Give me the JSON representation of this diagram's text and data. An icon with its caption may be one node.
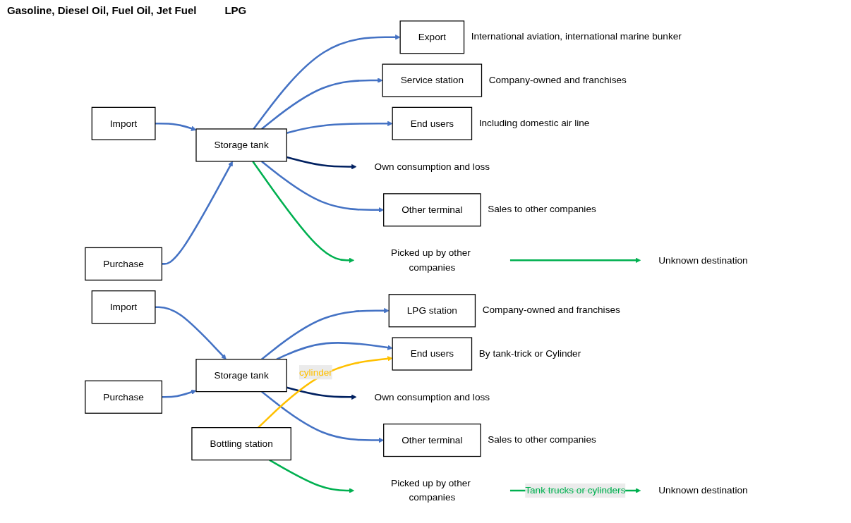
{
  "diagram": {
    "nodes": [
      {
        "text": [
          "Export"
        ],
        "beside": [
          "International aviation, international marine bunker"
        ]
      },
      {
        "text": [
          "Import"
        ]
      },
      {
        "text": [
          "Storage tank"
        ]
      },
      {
        "text": [
          "Service station"
        ],
        "beside": [
          "Company-owned and franchises"
        ]
      },
      {
        "text": [
          "Purchase"
        ]
      },
      {
        "text": [
          "End users"
        ],
        "beside": [
          "Including domestic air line"
        ]
      },
      {
        "text": [
          "Own consumption and loss"
        ]
      },
      {
        "text": [
          "Other terminal"
        ],
        "beside": [
          "Sales to other companies"
        ]
      },
      {
        "text": [
          "Picked up by other companies"
        ]
      },
      {
        "text": [
          "Unknown destination"
        ]
      },
      {
        "text": [
          "Import"
        ]
      },
      {
        "text": [
          "Storage tank"
        ]
      },
      {
        "text": [
          "LPG station"
        ],
        "beside": [
          "Company-owned and franchises"
        ]
      },
      {
        "text": [
          "Purchase"
        ]
      },
      {
        "text": [
          "Bottling station"
        ]
      },
      {
        "text": [
          "End users"
        ],
        "beside": [
          "By tank-trick or Cylinder"
        ]
      },
      {
        "text": [
          "Own consumption and loss"
        ]
      },
      {
        "text": [
          "Other terminal"
        ],
        "beside": [
          "Sales to other companies"
        ]
      },
      {
        "text": [
          "Picked up by other companies"
        ]
      },
      {
        "text": [
          "Unknown destination"
        ]
      }
    ],
    "edges": [
      {
        "from": 1,
        "to": 2,
        "arrow": "to"
      },
      {
        "from": 4,
        "to": 2,
        "arrow": "to"
      },
      {
        "from": 2,
        "to": 0,
        "arrow": "to"
      },
      {
        "from": 2,
        "to": 3,
        "arrow": "to"
      },
      {
        "from": 2,
        "to": 5,
        "arrow": "to"
      },
      {
        "from": 2,
        "to": 7,
        "arrow": "to"
      },
      {
        "from": 2,
        "to": 6,
        "arrow": "to",
        "color": "#002060"
      },
      {
        "from": 2,
        "to": 8,
        "arrow": "to",
        "color": "#00b050"
      },
      {
        "from": 8,
        "to": 9,
        "arrow": "to",
        "color": "#00b050"
      },
      {
        "from": 10,
        "to": 11,
        "arrow": "to"
      },
      {
        "from": 13,
        "to": 11,
        "arrow": "to"
      },
      {
        "from": 11,
        "to": 12,
        "arrow": "to"
      },
      {
        "from": 11,
        "to": 15,
        "arrow": "to"
      },
      {
        "from": 11,
        "to": 17,
        "arrow": "to"
      },
      {
        "from": 11,
        "to": 16,
        "arrow": "to",
        "color": "#002060"
      },
      {
        "from": 14,
        "to": 15,
        "arrow": "to",
        "label": "cylinder",
        "color": "#ffc000"
      },
      {
        "from": 14,
        "to": 18,
        "arrow": "to",
        "color": "#00b050"
      },
      {
        "from": 18,
        "to": 19,
        "arrow": "to",
        "label": "Tank trucks or cylinders",
        "color": "#00b050"
      }
    ],
    "labels": [
      "Gasoline, Diesel Oil, Fuel Oil, Jet Fuel",
      "LPG"
    ]
  }
}
